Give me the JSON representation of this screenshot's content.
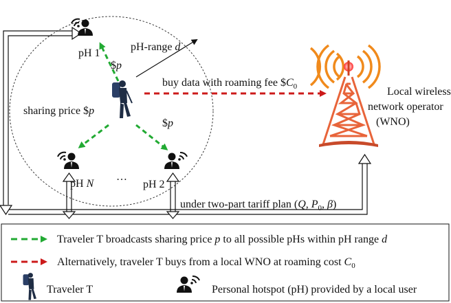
{
  "diagram": {
    "labels": {
      "ph1": "pH 1",
      "phN_prefix": "pH ",
      "phN_var": "N",
      "ph2": "pH 2",
      "ellipsis": "…",
      "price_top": "$p",
      "price_right": "$p",
      "sharing_price_prefix": "sharing price $",
      "sharing_price_var": "p",
      "range_prefix": "pH-range ",
      "range_var": "d",
      "buy_prefix": "buy data with roaming fee $",
      "buy_var": "C",
      "buy_sub": "0",
      "wno_line1": "Local wireless",
      "wno_line2": "network operator",
      "wno_line3": "(WNO)",
      "tariff": "under two-part tariff plan (Q, P0, β)"
    },
    "colors": {
      "green_dashed": "#22aa33",
      "red_dashed": "#cc1a1a",
      "tower": "#e8643a",
      "signal_waves": "#f08a1c",
      "person": "#1a1a1a",
      "traveler": "#1f2d44"
    }
  },
  "legend": {
    "item1_prefix": "Traveler T broadcasts sharing price ",
    "item1_var": "p",
    "item1_suffix": " to all possible pHs within pH range ",
    "item1_var2": "d",
    "item2_prefix": "Alternatively, traveler T buys from a local WNO at roaming cost ",
    "item2_var": "C",
    "item2_sub": "0",
    "item3": "Traveler T",
    "item4": "Personal hotspot (pH) provided by a local user"
  }
}
